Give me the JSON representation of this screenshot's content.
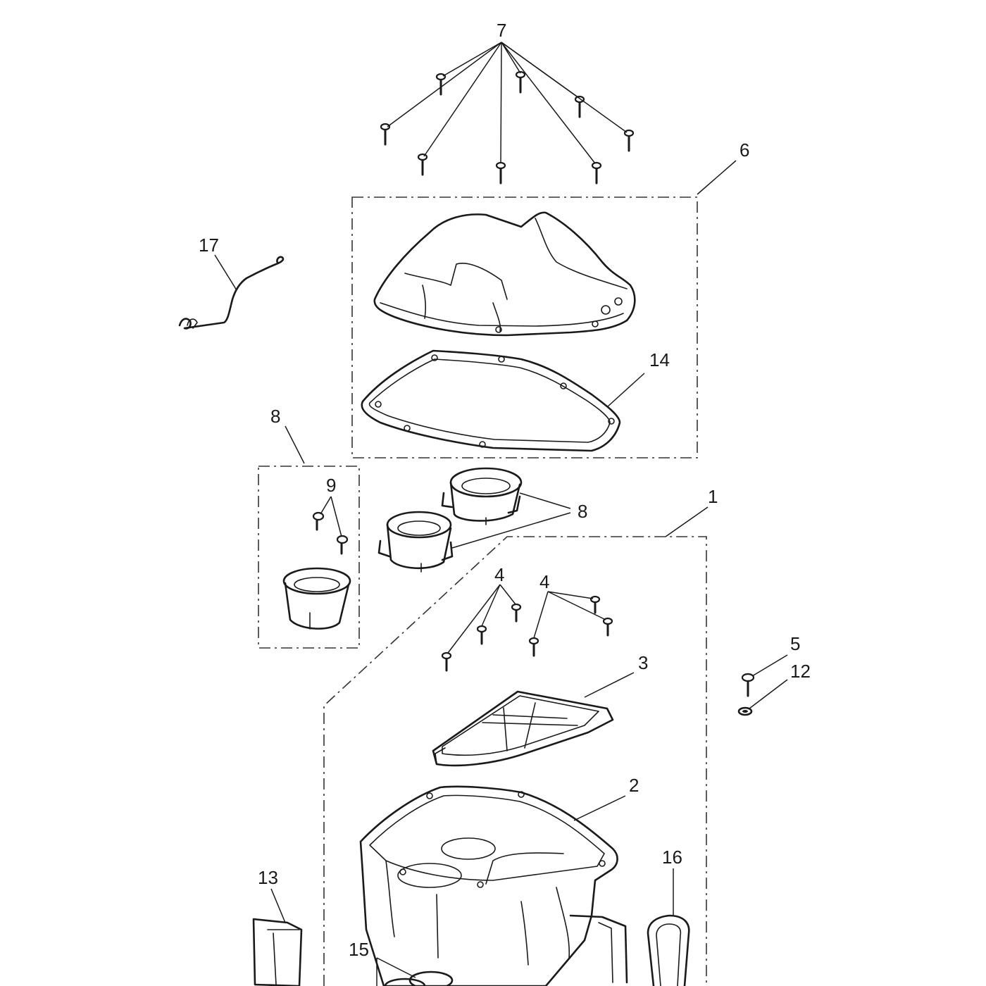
{
  "diagram": {
    "callouts": [
      {
        "id": "c7",
        "text": "7"
      },
      {
        "id": "c6",
        "text": "6"
      },
      {
        "id": "c17",
        "text": "17"
      },
      {
        "id": "c14",
        "text": "14"
      },
      {
        "id": "c8a",
        "text": "8"
      },
      {
        "id": "c9",
        "text": "9"
      },
      {
        "id": "c8b",
        "text": "8"
      },
      {
        "id": "c1",
        "text": "1"
      },
      {
        "id": "c4a",
        "text": "4"
      },
      {
        "id": "c4b",
        "text": "4"
      },
      {
        "id": "c5",
        "text": "5"
      },
      {
        "id": "c12",
        "text": "12"
      },
      {
        "id": "c3",
        "text": "3"
      },
      {
        "id": "c2",
        "text": "2"
      },
      {
        "id": "c16",
        "text": "16"
      },
      {
        "id": "c13",
        "text": "13"
      },
      {
        "id": "c15",
        "text": "15"
      }
    ]
  }
}
